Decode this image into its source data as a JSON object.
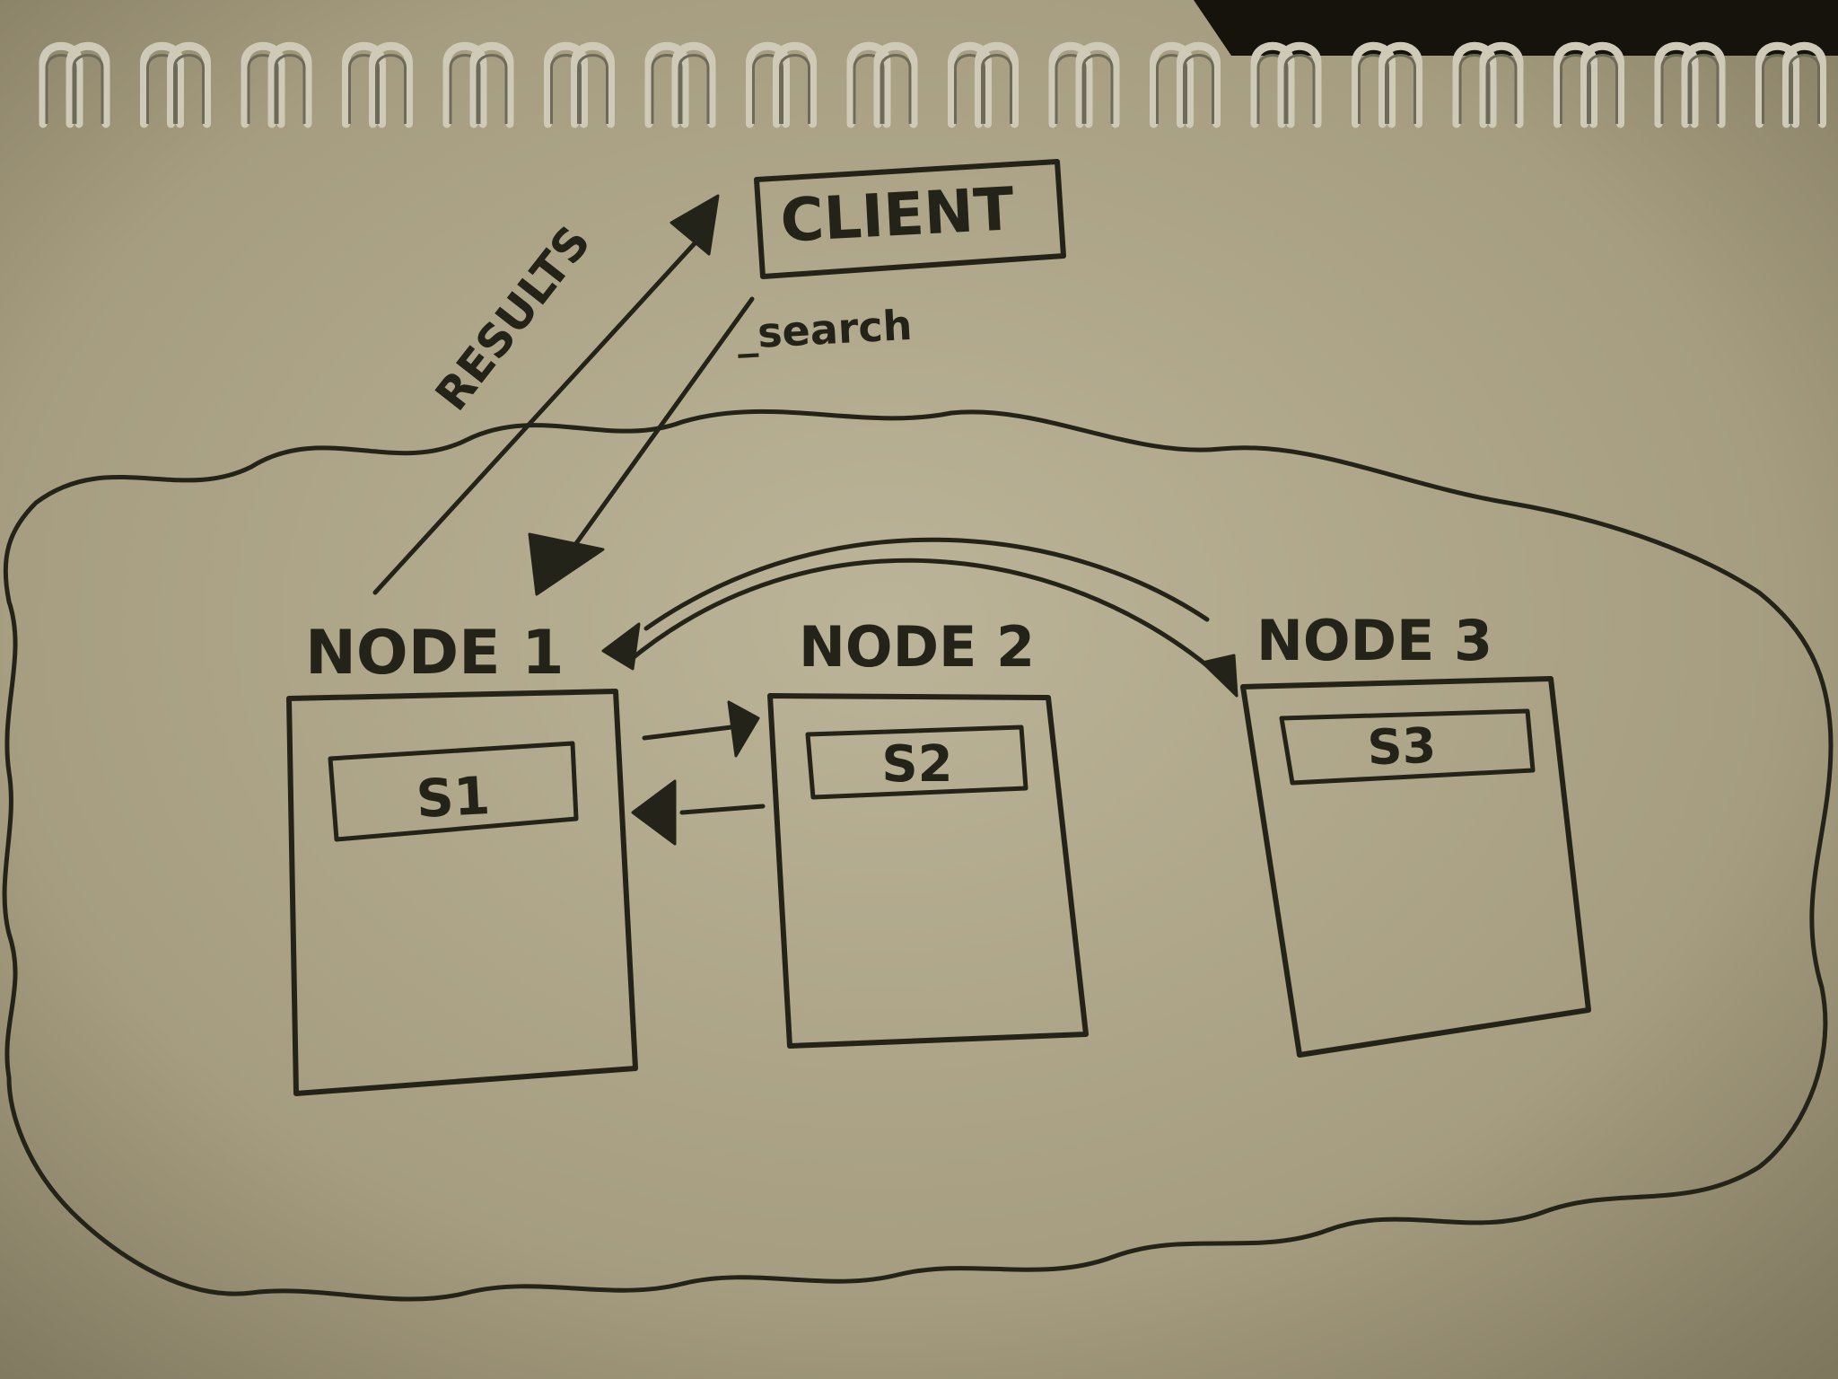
{
  "diagram": {
    "client_label": "CLIENT",
    "results_label": "RESULTS",
    "search_label": "_search",
    "nodes": [
      {
        "label": "NODE 1",
        "shard": "S1"
      },
      {
        "label": "NODE 2",
        "shard": "S2"
      },
      {
        "label": "NODE 3",
        "shard": "S3"
      }
    ]
  },
  "colors": {
    "paper": "#b0a78a",
    "ink": "#23231a",
    "background": "#15130c"
  }
}
